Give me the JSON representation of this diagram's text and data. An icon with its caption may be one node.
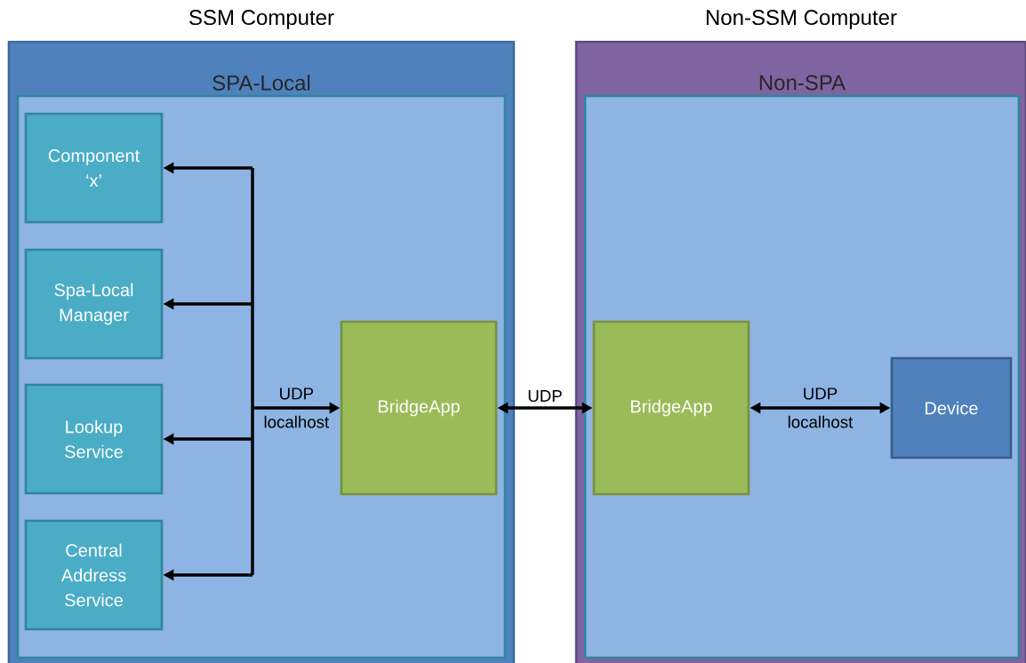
{
  "diagram": {
    "nodes": [
      {
        "text": [
          "SSM Computer"
        ]
      },
      {
        "text": [
          "SPA-Local"
        ],
        "in": 0
      },
      {
        "text": [
          "Component ‘x’"
        ],
        "in": 1
      },
      {
        "text": [
          "Spa-Local Manager"
        ],
        "in": 1
      },
      {
        "text": [
          "Lookup Service"
        ],
        "in": 1
      },
      {
        "text": [
          "Central Address Service"
        ],
        "in": 1
      },
      {
        "text": [
          "BridgeApp"
        ],
        "in": 1
      },
      {
        "text": [
          "Non-SSM Computer"
        ]
      },
      {
        "text": [
          "Non-SPA"
        ],
        "in": 7
      },
      {
        "text": [
          "BridgeApp"
        ],
        "in": 8
      },
      {
        "text": [
          "Device"
        ],
        "in": 8
      }
    ],
    "edges": [
      {
        "from": 6,
        "to": 2,
        "arrow": "both",
        "label": "UDP localhost"
      },
      {
        "from": 6,
        "to": 3,
        "arrow": "both"
      },
      {
        "from": 6,
        "to": 4,
        "arrow": "both"
      },
      {
        "from": 6,
        "to": 5,
        "arrow": "both"
      },
      {
        "from": 6,
        "to": 9,
        "arrow": "both",
        "label": "UDP"
      },
      {
        "from": 9,
        "to": 10,
        "arrow": "both",
        "label": "UDP localhost"
      }
    ]
  }
}
